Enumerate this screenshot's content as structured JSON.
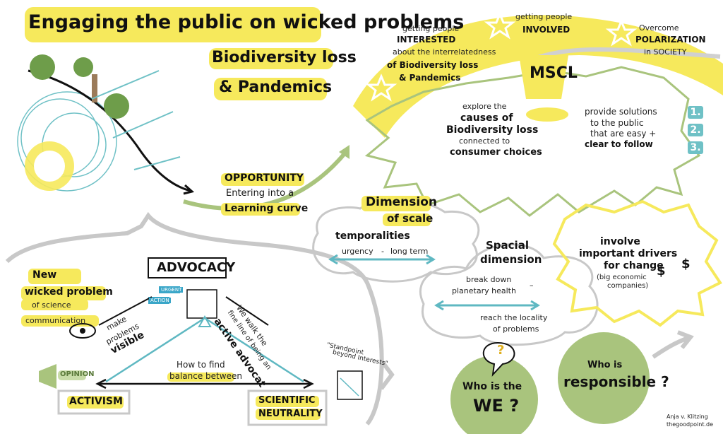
{
  "main_title": "Engaging the public on wicked problems",
  "subtitle_line1": "Biodiversity loss",
  "subtitle_line2": "& Pandemics",
  "opportunity": {
    "heading": "OPPORTUNITY",
    "line1": "Entering into a",
    "line2": "Learning curve"
  },
  "journey": {
    "interested": {
      "line1": "getting people",
      "line2": "INTERESTED",
      "line3": "about the interrelatedness",
      "line4": "of Biodiversity loss",
      "line5": "& Pandemics"
    },
    "involved": {
      "line1": "getting people",
      "line2": "INVOLVED"
    },
    "polarization": {
      "line1": "Overcome",
      "line2": "POLARIZATION",
      "line3": "in SOCIETY"
    }
  },
  "mscl": {
    "label": "MSCL",
    "explore_line1": "explore the",
    "explore_line2": "causes of",
    "explore_line3": "Biodiversity loss",
    "explore_line4": "connected to",
    "explore_line5": "consumer choices",
    "provide_line1": "provide solutions",
    "provide_line2": "to the public",
    "provide_line3": "that are easy +",
    "provide_line4": "clear to follow",
    "steps": [
      "1.",
      "2.",
      "3."
    ]
  },
  "scale": {
    "heading_line1": "Dimension",
    "heading_line2": "of scale",
    "temporal_heading": "temporalities",
    "temporal_left": "urgency",
    "temporal_dash": "-",
    "temporal_right": "long term",
    "spacial_line1": "Spacial",
    "spacial_line2": "dimension",
    "break_line1": "break down",
    "break_line2": "planetary health",
    "break_dash": "–",
    "reach_line1": "reach the locality",
    "reach_line2": "of problems"
  },
  "drivers": {
    "line1": "involve",
    "line2": "important drivers",
    "line3": "for change",
    "line4": "(big economic",
    "line5": "companies)",
    "dollar": "$"
  },
  "advocacy": {
    "wicked_line1": "New",
    "wicked_line2": "wicked problem",
    "wicked_line3": "of science",
    "wicked_line4": "communication",
    "heading": "ADVOCACY",
    "tag_urgent": "URGENT",
    "tag_action": "ACTION",
    "visible_line1": "make",
    "visible_line2": "problems",
    "visible_line3": "visible",
    "walk_line1": "We walk the",
    "walk_line2": "fine line of being an",
    "walk_line3": "active advocat",
    "balance_line1": "How to find",
    "balance_line2": "balance between",
    "opinion": "OPINION",
    "activism": "ACTIVISM",
    "neutrality_line1": "SCIENTIFIC",
    "neutrality_line2": "NEUTRALITY",
    "standpoint_line1": "\"Standpoint",
    "standpoint_line2": "beyond Interests\""
  },
  "questions": {
    "we_line1": "Who is the",
    "we_line2": "WE ?",
    "question_mark": "?",
    "resp_line1": "Who is",
    "resp_line2": "responsible ?"
  },
  "credit": {
    "line1": "Anja v. Klitzing",
    "line2": "thegoodpoint.de"
  },
  "colors": {
    "yellow": "#f6e95c",
    "green": "#9ab87a",
    "teal": "#5fb8c2",
    "gray": "#c8c8c8",
    "ink": "#111111"
  }
}
